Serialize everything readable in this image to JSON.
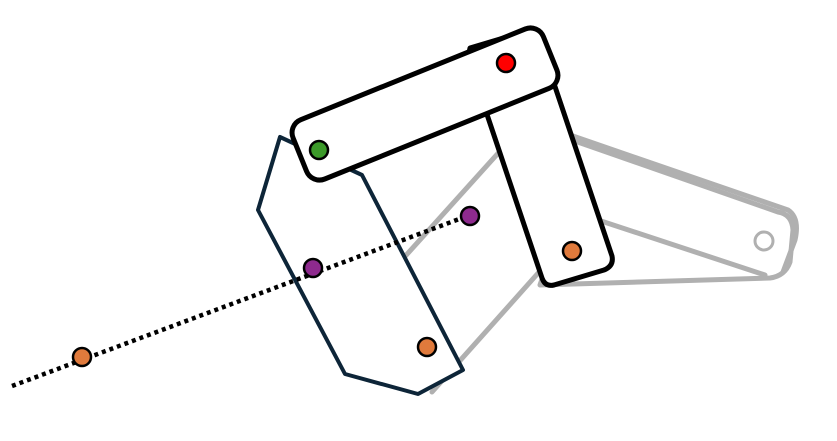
{
  "colors": {
    "background": "#ffffff",
    "rigid_link_stroke": "#000000",
    "coupler_stroke": "#0d2538",
    "ghost_stroke": "#b0b0b0",
    "joint_red": "#ff0000",
    "joint_green": "#3c9a2a",
    "joint_purple": "#8e2a8e",
    "joint_orange": "#e07a3c",
    "joint_ghost": "#ffffff"
  },
  "elements": {
    "ghost_arm_a": "ghost-link",
    "ghost_arm_b": "ghost-link",
    "ghost_diagonal": "ghost-link",
    "coupler_plate": "coupler-link",
    "top_bar": "rigid-link",
    "vertical_bar": "rigid-link",
    "trace_line": "dotted-trace",
    "joints": [
      "red-joint",
      "green-joint",
      "purple-joint-upper",
      "purple-joint-lower",
      "orange-joint-right",
      "orange-joint-lower",
      "orange-joint-left",
      "ghost-joint"
    ]
  }
}
